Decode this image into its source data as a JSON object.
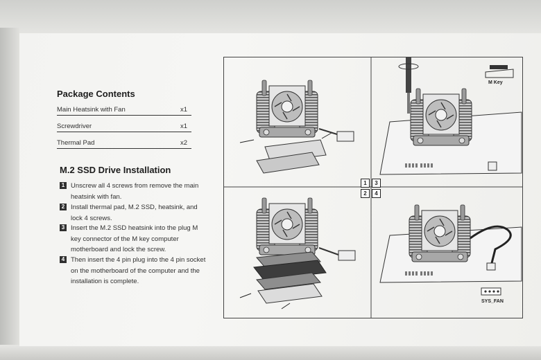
{
  "package": {
    "title": "Package Contents",
    "items": [
      {
        "name": "Main Heatsink with Fan",
        "qty": "x1"
      },
      {
        "name": "Screwdriver",
        "qty": "x1"
      },
      {
        "name": "Thermal Pad",
        "qty": "x2"
      }
    ]
  },
  "installation": {
    "title": "M.2 SSD Drive Installation",
    "steps": [
      {
        "num": "1",
        "text": "Unscrew all 4 screws from remove the main heatsink with fan."
      },
      {
        "num": "2",
        "text": "Install thermal pad, M.2 SSD, heatsink, and lock 4 screws."
      },
      {
        "num": "3",
        "text": "Insert the M.2 SSD heatsink into the plug M key connector of the M key computer motherboard and lock the screw."
      },
      {
        "num": "4",
        "text": "Then insert the 4 pin plug into the 4 pin socket on the motherboard of the computer and the installation is complete."
      }
    ]
  },
  "diagram": {
    "panel_numbers": [
      "1",
      "3",
      "2",
      "4"
    ],
    "m_key_label": "M Key",
    "sys_fan_label": "SYS_FAN"
  }
}
